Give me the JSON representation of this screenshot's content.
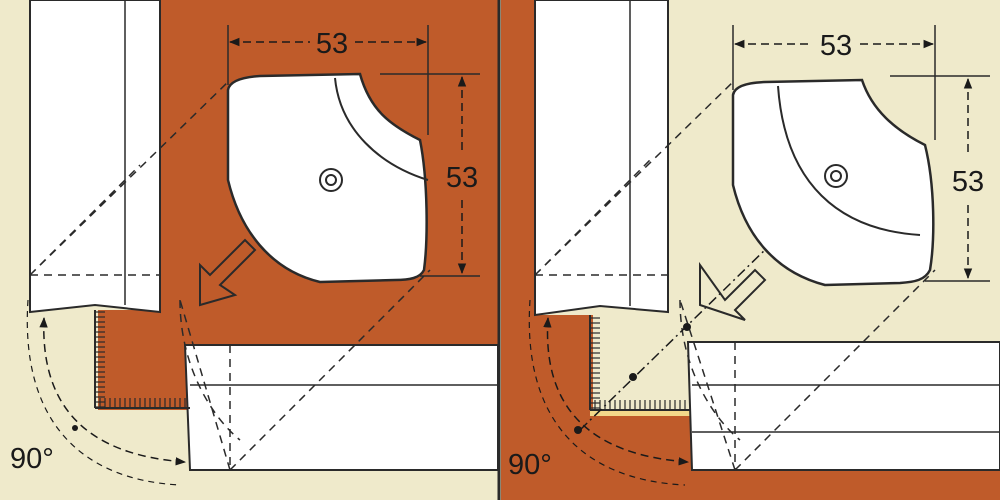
{
  "colors": {
    "cream": "#efeacb",
    "rust": "#bf5b2a",
    "white": "#ffffff",
    "line": "#2a2a2a"
  },
  "panels": [
    {
      "scheme": "rust-background",
      "dim_horizontal": "53",
      "dim_vertical": "53",
      "angle": "90°"
    },
    {
      "scheme": "cream-background",
      "dim_horizontal": "53",
      "dim_vertical": "53",
      "angle": "90°"
    }
  ]
}
